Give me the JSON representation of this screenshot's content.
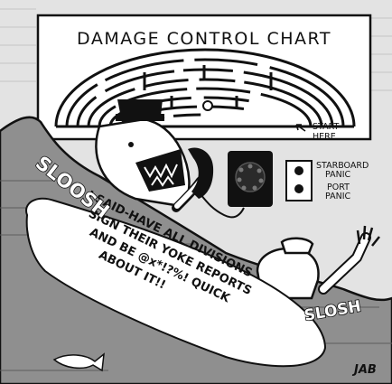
{
  "chart_title": "DAMAGE CONTROL CHART",
  "start_label": [
    "START",
    "HERE"
  ],
  "panel_labels": [
    "STARBOARD",
    "PANIC",
    "PORT",
    "PANIC"
  ],
  "sound_effects": [
    "SLOOSH",
    "SLOSH"
  ],
  "speech_lines": [
    "I SAID-HAVE ALL DIVISIONS",
    "SIGN THEIR YOKE REPORTS",
    "AND BE @x*!?%! QUICK",
    "ABOUT IT!!"
  ],
  "signature": "JAB",
  "colors": {
    "ink": "#111111",
    "water": "#8f8f8f",
    "paper": "#ffffff",
    "wall": "#d9d9d9"
  }
}
